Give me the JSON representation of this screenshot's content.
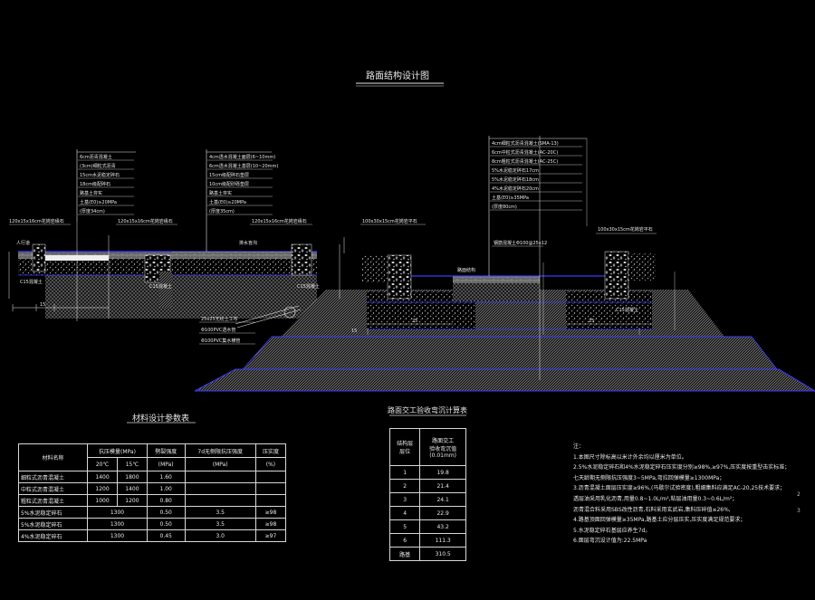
{
  "main_title": "路面结构设计图",
  "left_section": {
    "layers": [
      "6cm沥青混凝土",
      "(3cm)细粒式沥青",
      "15cm水泥稳定碎石",
      "18cm级配碎石",
      "路基土夯实",
      "土基(E0)≥20MPa",
      "(厚度34cm)"
    ],
    "curb_left": "120x15x16cm花岗岩缘石",
    "curb_right": "120x15x16cm花岗岩缘石",
    "label_renxingdao": "人行道",
    "label_c15_left": "C15混凝土",
    "label_c15_right": "C15混凝土",
    "dim_15": "15"
  },
  "mid_section": {
    "layers": [
      "4cm透水混凝土面层(6~10mm)",
      "6cm透水混凝土基层(10~20mm)",
      "15cm级配碎石垫层",
      "10cm级配砂砾垫层",
      "路基土夯实",
      "土基(E0)≥20MPa",
      "(厚度35cm)"
    ],
    "curb": "120x15x16cm花岗岩缘石",
    "label_guancao": "排水盲沟",
    "label_c15": "C15混凝土",
    "pipe1": "25x25无纺土工布",
    "pipe2": "Φ100PVC透水管",
    "pipe3": "Φ100PVC集水横管"
  },
  "right_section": {
    "layers": [
      "4cm细粒式沥青混凝土(SMA-13)",
      "6cm中粒式沥青混凝土(AC-20C)",
      "8cm粗粒式沥青混凝土(AC-25C)",
      "5%水泥稳定碎石17cm",
      "5%水泥稳定碎石18cm",
      "4%水泥稳定碎石20cm",
      "土基(E0)≥35MPa",
      "(厚度80cm)"
    ],
    "curb_left": "100x30x15cm花岗岩平石",
    "curb_right": "100x30x15cm花岗岩平石",
    "label_center": "路面结构",
    "label_rebar": "钢筋混凝土Φ100@25x12",
    "label_c15": "C15混凝土",
    "dim_25": "25",
    "dim_15": "15"
  },
  "materials_table": {
    "title": "材料设计参数表",
    "headers": [
      "材料名称",
      "抗压模量(MPa)",
      "劈裂强度",
      "7d无侧限抗压强度",
      "压实度"
    ],
    "sub_headers": [
      "20℃",
      "15℃",
      "(MPa)",
      "(MPa)",
      "(%)"
    ],
    "rows": [
      [
        "细粒式沥青混凝土",
        "1400",
        "1800",
        "1.60",
        "",
        ""
      ],
      [
        "中粒式沥青混凝土",
        "1200",
        "1400",
        "1.00",
        "",
        ""
      ],
      [
        "粗粒式沥青混凝土",
        "1000",
        "1200",
        "0.80",
        "",
        ""
      ],
      [
        "5%水泥稳定碎石",
        "1300",
        "",
        "0.50",
        "3.5",
        "≥98"
      ],
      [
        "5%水泥稳定碎石",
        "1300",
        "",
        "0.50",
        "3.5",
        "≥98"
      ],
      [
        "4%水泥稳定碎石",
        "1300",
        "",
        "0.45",
        "3.0",
        "≥97"
      ]
    ]
  },
  "deflection_table": {
    "title": "路面交工验收弯沉计算表",
    "headers": [
      "结构层\n层位",
      "路面交工\n验收弯沉值\n(0.01mm)"
    ],
    "rows": [
      [
        "1",
        "19.8"
      ],
      [
        "2",
        "21.4"
      ],
      [
        "3",
        "24.1"
      ],
      [
        "4",
        "22.9"
      ],
      [
        "5",
        "43.2"
      ],
      [
        "6",
        "111.3"
      ],
      [
        "路基",
        "310.5"
      ]
    ]
  },
  "notes": {
    "heading": "注：",
    "lines": [
      "1.本图尺寸除标高以米计外余均以厘米为单位。",
      "2.5%水泥稳定碎石和4%水泥稳定碎石压实度分别≥98%,≥97%,压实度按重型击实标准；",
      "  七天龄期无侧限抗压强度3~5MPa,弯拉回弹模量≥1300MPa；",
      "3.沥青混凝土面层压实度≥96%,(马歇尔试验密度),粗细集料应满足AC-20,25技术要求；",
      "  透层油采用乳化沥青,用量0.8~1.0L/m²,粘层油用量0.3~0.6L/m²；",
      "  沥青混合料采用SBS改性沥青,石料采用玄武岩,集料压碎值≤26%,",
      "4.路基顶面回弹模量≥35MPa,路基土应分层压实,压实度满足规范要求；",
      "5.水泥稳定碎石基层应养生7d。",
      "6.面层弯沉设计值为:22.5MPa"
    ]
  },
  "page_marks": [
    "2",
    "3"
  ],
  "colors": {
    "background": "#000000",
    "line": "#e8e8e8",
    "accent_blue": "#3a3aff",
    "hatch": "#8a8a8a"
  }
}
